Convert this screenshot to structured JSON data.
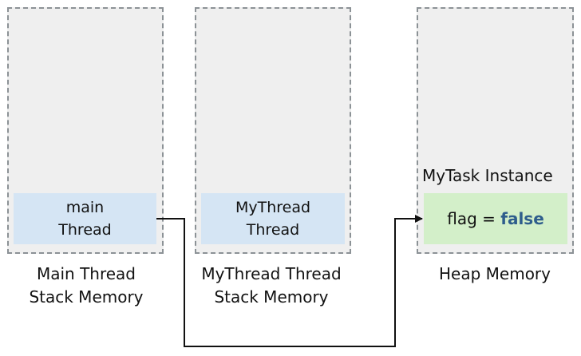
{
  "columns": [
    {
      "frame_lines": [
        "main",
        "Thread"
      ],
      "caption_lines": [
        "Main Thread",
        "Stack Memory"
      ]
    },
    {
      "frame_lines": [
        "MyThread",
        "Thread"
      ],
      "caption_lines": [
        "MyThread Thread",
        "Stack Memory"
      ]
    },
    {
      "instance_title": "MyTask Instance",
      "field_label": "flag =",
      "field_value": "false",
      "caption_lines": [
        "Heap Memory"
      ]
    }
  ],
  "colors": {
    "panel_fill": "#efefef",
    "panel_border": "#8c9296",
    "thread_frame_fill": "#d5e5f4",
    "instance_fill": "#d3efc9",
    "false_value_text": "#2e5d8c",
    "arrow": "#111111"
  }
}
